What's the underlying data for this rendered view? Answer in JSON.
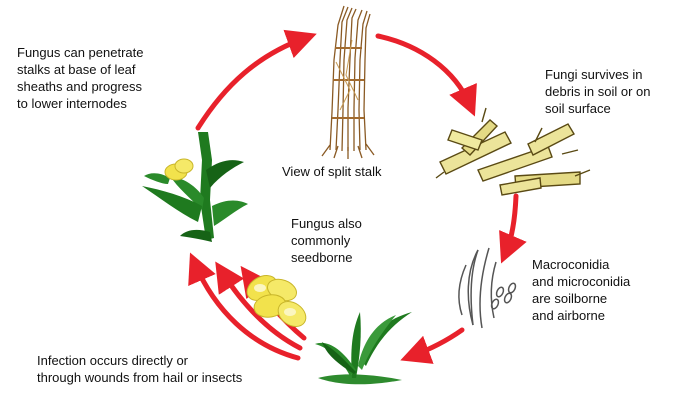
{
  "labels": {
    "penetrate": "Fungus can penetrate\nstalks at base of leaf\nsheaths and progress\nto lower internodes",
    "survives": "Fungi survives in\ndebris in soil or on\nsoil surface",
    "split_stalk": "View of split stalk",
    "seedborne": "Fungus also\ncommonly\nseedborne",
    "conidia": "Macroconidia\nand microconidia\nare soilborne\nand airborne",
    "infection": "Infection occurs directly or\nthrough wounds from hail or insects"
  },
  "colors": {
    "arrow": "#e8212b",
    "plant_green": "#1f7a1f",
    "stalk_tan": "#c69a55",
    "debris_yellow": "#ece49a",
    "seed_yellow": "#f2e24c",
    "spore_gray": "#666666"
  }
}
